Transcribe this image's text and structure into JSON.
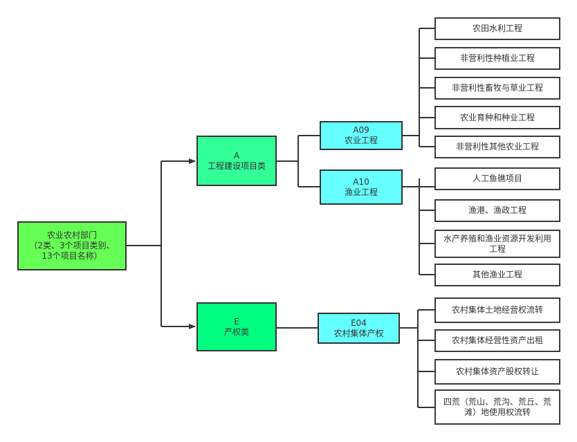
{
  "root": {
    "lines": [
      "农业农村部门",
      "（2类、3个项目类别、",
      "13个项目名称）"
    ]
  },
  "categories": [
    {
      "code": "A",
      "name": "工程建设项目类",
      "subs": [
        {
          "code": "A09",
          "name": "农业工程",
          "items": [
            "农田水利工程",
            "非营利性种植业工程",
            "非营利性畜牧与草业工程",
            "农业育种和种业工程",
            "非营利性其他农业工程"
          ]
        },
        {
          "code": "A10",
          "name": "渔业工程",
          "items": [
            "人工鱼礁项目",
            "渔港、渔政工程",
            "水产养殖和渔业资源开发利用工程",
            "其他渔业工程"
          ]
        }
      ]
    },
    {
      "code": "E",
      "name": "产权类",
      "subs": [
        {
          "code": "E04",
          "name": "农村集体产权",
          "items": [
            "农村集体土地经营权流转",
            "农村集体经营性资产出租",
            "农村集体资产股权转让",
            "四荒（荒山、荒沟、荒丘、荒滩）地使用权流转"
          ]
        }
      ]
    }
  ],
  "colors": {
    "root": "#66ff55",
    "category_a": "#33ff99",
    "category_e": "#00ff80",
    "subcategory": "#66ffff",
    "leaf": "#ffffff",
    "line": "#333333"
  }
}
